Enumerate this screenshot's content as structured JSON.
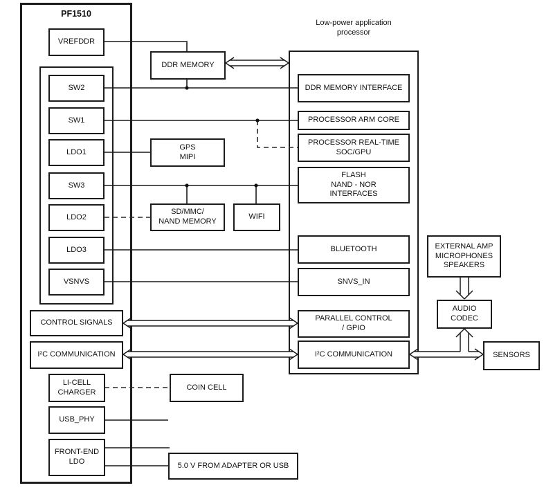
{
  "figure": {
    "pmic": {
      "title": "PF1510",
      "blocks": {
        "vrefddr": "VREFDDR",
        "sw2": "SW2",
        "sw1": "SW1",
        "ldo1": "LDO1",
        "sw3": "SW3",
        "ldo2": "LDO2",
        "ldo3": "LDO3",
        "vsnvs": "VSNVS",
        "control_signals": "CONTROL SIGNALS",
        "i2c": "I²C COMMUNICATION",
        "li_cell_charger": "LI-CELL\nCHARGER",
        "usb_phy": "USB_PHY",
        "front_end_ldo": "FRONT-END\nLDO"
      }
    },
    "processor": {
      "title": "Low-power application\nprocessor",
      "blocks": {
        "ddr_interface": "DDR MEMORY INTERFACE",
        "arm_core": "PROCESSOR ARM CORE",
        "realtime_soc": "PROCESSOR REAL-TIME\nSOC/GPU",
        "flash": "FLASH\nNAND - NOR\nINTERFACES",
        "bluetooth": "BLUETOOTH",
        "snvs_in": "SNVS_IN",
        "parallel_gpio": "PARALLEL CONTROL\n/ GPIO",
        "i2c": "I²C COMMUNICATION"
      }
    },
    "peripherals": {
      "ddr_memory": "DDR MEMORY",
      "gps_mipi": "GPS\nMIPI",
      "sd_mmc": "SD/MMC/\nNAND MEMORY",
      "wifi": "WIFI",
      "coin_cell": "COIN CELL",
      "adapter": "5.0 V FROM ADAPTER OR USB",
      "external_amp": "EXTERNAL AMP\nMICROPHONES\nSPEAKERS",
      "audio_codec": "AUDIO\nCODEC",
      "sensors": "SENSORS"
    },
    "colors": {
      "line": "#1a1a1a",
      "background": "#ffffff",
      "text": "#111111"
    }
  }
}
